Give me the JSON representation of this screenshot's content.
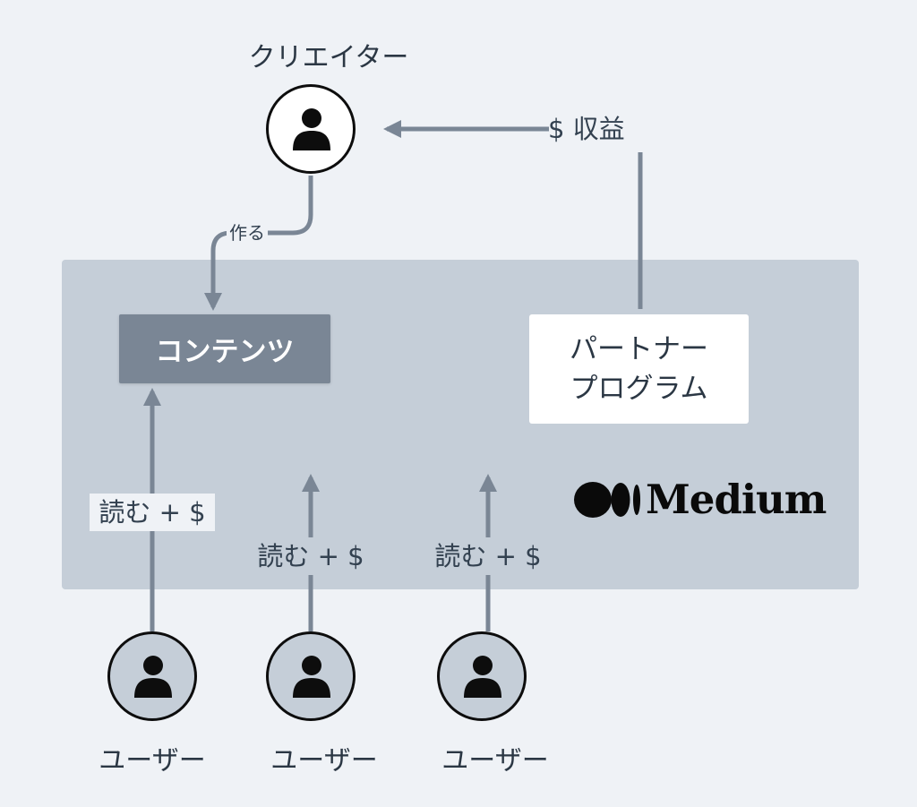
{
  "creator": {
    "label": "クリエイター",
    "icon": "person-icon"
  },
  "revenue_label": "$ 収益",
  "create_label": "作る",
  "content_label": "コンテンツ",
  "partner_program": {
    "line1": "パートナー",
    "line2": "プログラム"
  },
  "brand": {
    "wordmark": "Medium",
    "icon": "medium-logo-icon"
  },
  "read_label": "読む + $",
  "users": [
    {
      "label": "ユーザー",
      "read_label": "読む + $",
      "icon": "person-icon"
    },
    {
      "label": "ユーザー",
      "read_label": "読む + $",
      "icon": "person-icon"
    },
    {
      "label": "ユーザー",
      "read_label": "読む + $",
      "icon": "person-icon"
    }
  ],
  "colors": {
    "background": "#eff2f6",
    "platform": "#c5ced8",
    "content_box": "#7a8695",
    "connector": "#7a8695",
    "text": "#2b3744"
  }
}
